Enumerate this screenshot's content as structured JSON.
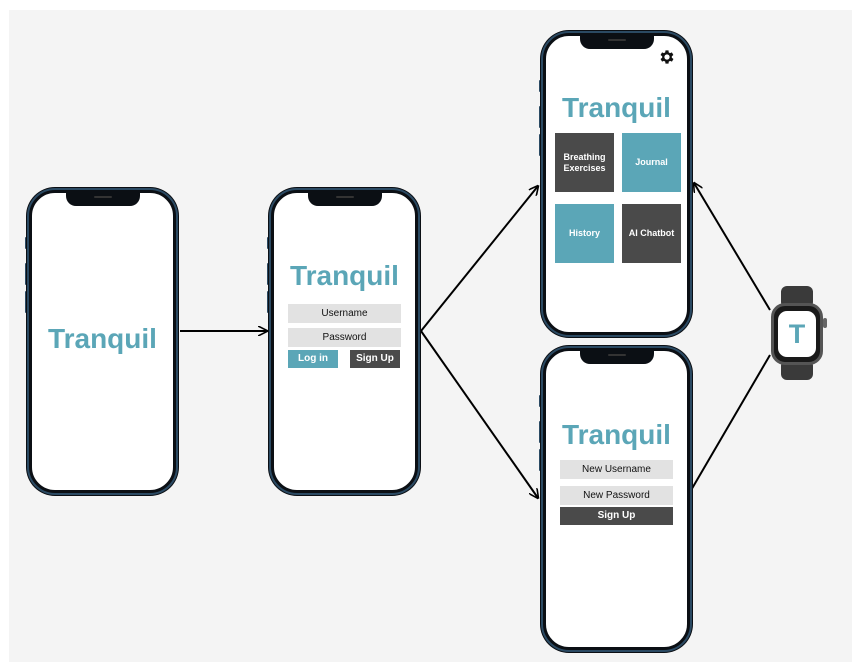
{
  "brand_color": "#5ba6b7",
  "dark_color": "#4a4a4a",
  "splash": {
    "title": "Tranquil"
  },
  "login": {
    "title": "Tranquil",
    "username_placeholder": "Username",
    "password_placeholder": "Password",
    "login_label": "Log in",
    "signup_label": "Sign Up"
  },
  "home": {
    "title": "Tranquil",
    "settings_icon": "gear-icon",
    "tiles": [
      {
        "label": "Breathing Exercises",
        "style": "dark"
      },
      {
        "label": "Journal",
        "style": "teal"
      },
      {
        "label": "History",
        "style": "teal"
      },
      {
        "label": "AI Chatbot",
        "style": "dark"
      }
    ]
  },
  "signup": {
    "title": "Tranquil",
    "new_username_placeholder": "New Username",
    "new_password_placeholder": "New Password",
    "signup_label": "Sign Up"
  },
  "watch": {
    "letter": "T"
  }
}
